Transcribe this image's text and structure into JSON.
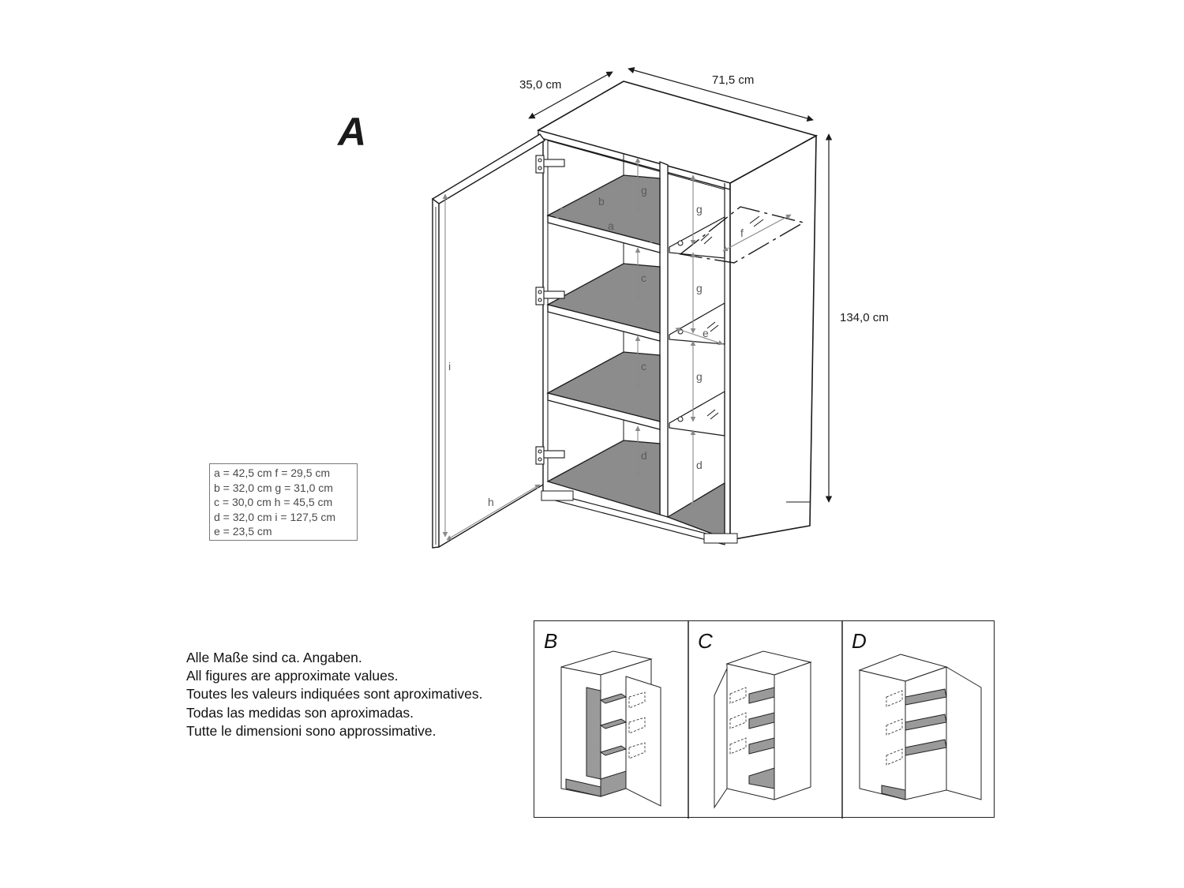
{
  "main_view": {
    "label": "A",
    "dim_depth": "35,0 cm",
    "dim_width": "71,5 cm",
    "dim_height": "134,0 cm",
    "letters": {
      "a": "a",
      "b": "b",
      "c1": "c",
      "c2": "c",
      "d1": "d",
      "d2": "d",
      "e": "e",
      "f": "f",
      "g1": "g",
      "g2": "g",
      "g3": "g",
      "g4": "g",
      "h": "h",
      "i": "i"
    }
  },
  "legend": {
    "rows": [
      "a = 42,5 cm f =   29,5 cm",
      "b = 32,0 cm g =   31,0 cm",
      "c = 30,0 cm h =   45,5 cm",
      "d = 32,0 cm i  = 127,5 cm",
      "e = 23,5 cm"
    ]
  },
  "notes": {
    "lines": [
      "Alle Maße sind ca. Angaben.",
      "All figures are approximate values.",
      "Toutes les valeurs indiquées sont aproximatives.",
      "Todas las medidas son aproximadas.",
      "Tutte le dimensioni sono approssimative."
    ]
  },
  "variants": [
    {
      "label": "B"
    },
    {
      "label": "C"
    },
    {
      "label": "D"
    }
  ]
}
